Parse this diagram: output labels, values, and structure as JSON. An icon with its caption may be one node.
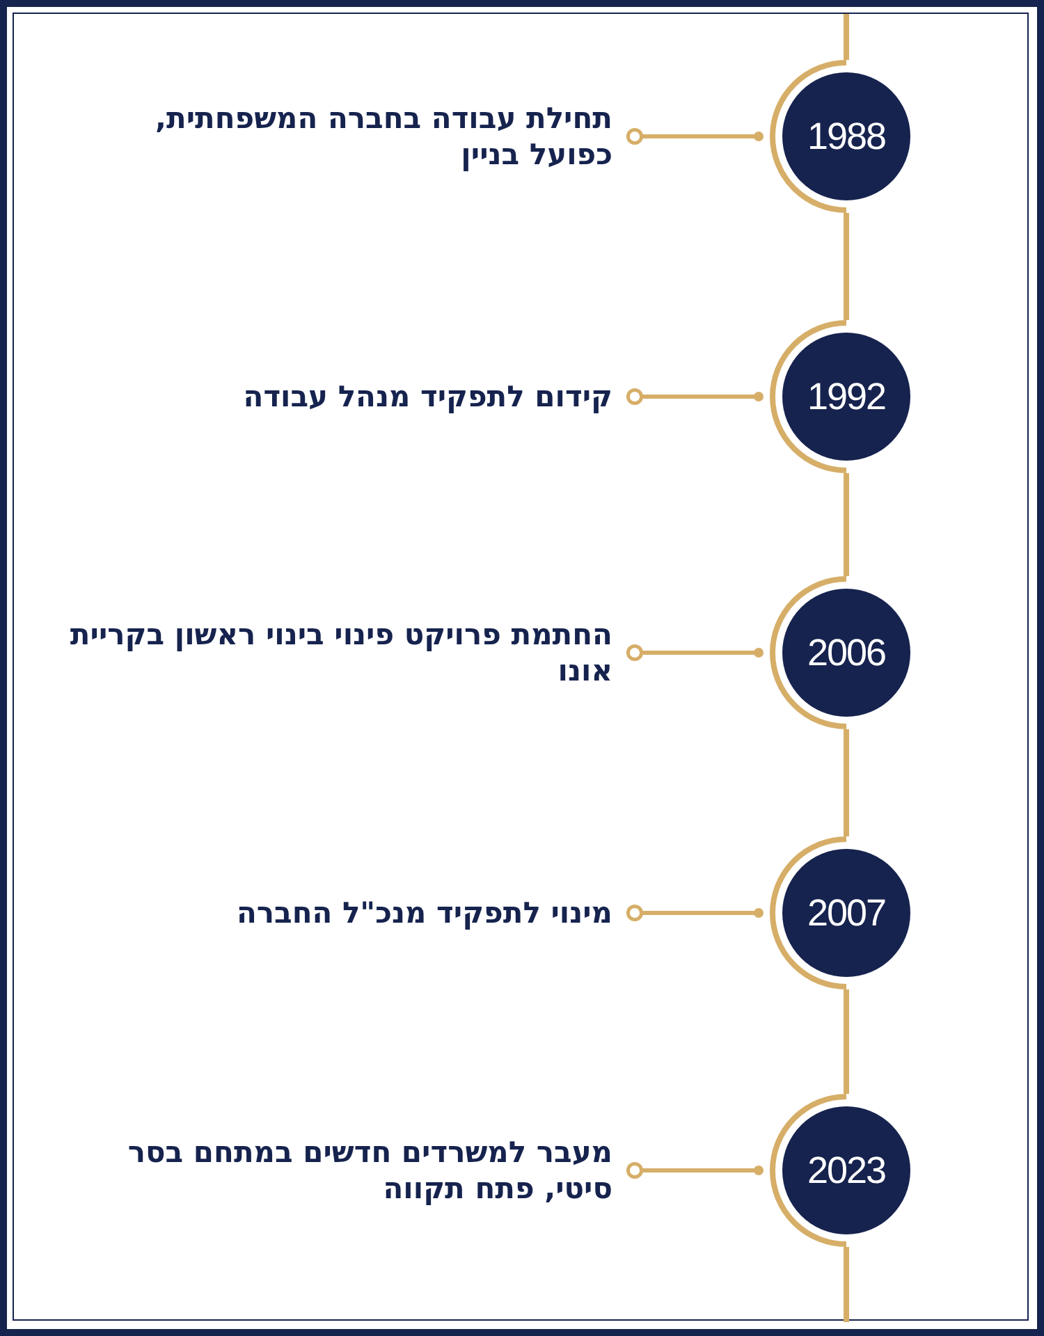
{
  "diagram": {
    "nodes": [
      {
        "text": [
          "1988"
        ]
      },
      {
        "text": [
          "תחילת עבודה בחברה המשפחתית, כפועל בניין"
        ]
      },
      {
        "text": [
          "1992"
        ]
      },
      {
        "text": [
          "קידום לתפקיד מנהל עבודה"
        ]
      },
      {
        "text": [
          "2006"
        ]
      },
      {
        "text": [
          "החתמת פרויקט פינוי בינוי ראשון בקריית אונו"
        ]
      },
      {
        "text": [
          "2007"
        ]
      },
      {
        "text": [
          "מינוי לתפקיד מנכ\"ל החברה"
        ]
      },
      {
        "text": [
          "2023"
        ]
      },
      {
        "text": [
          "מעבר למשרדים חדשים במתחם בסר סיטי, פתח תקווה"
        ]
      }
    ],
    "edges": [
      {
        "from": 0,
        "to": 1,
        "arrow": "other"
      },
      {
        "from": 2,
        "to": 3,
        "arrow": "other"
      },
      {
        "from": 4,
        "to": 5,
        "arrow": "other"
      },
      {
        "from": 6,
        "to": 7,
        "arrow": "other"
      },
      {
        "from": 8,
        "to": 9,
        "arrow": "other"
      },
      {
        "from": 0,
        "to": 2,
        "arrow": "none"
      },
      {
        "from": 2,
        "to": 4,
        "arrow": "none"
      },
      {
        "from": 4,
        "to": 6,
        "arrow": "none"
      },
      {
        "from": 6,
        "to": 8,
        "arrow": "none"
      }
    ]
  }
}
